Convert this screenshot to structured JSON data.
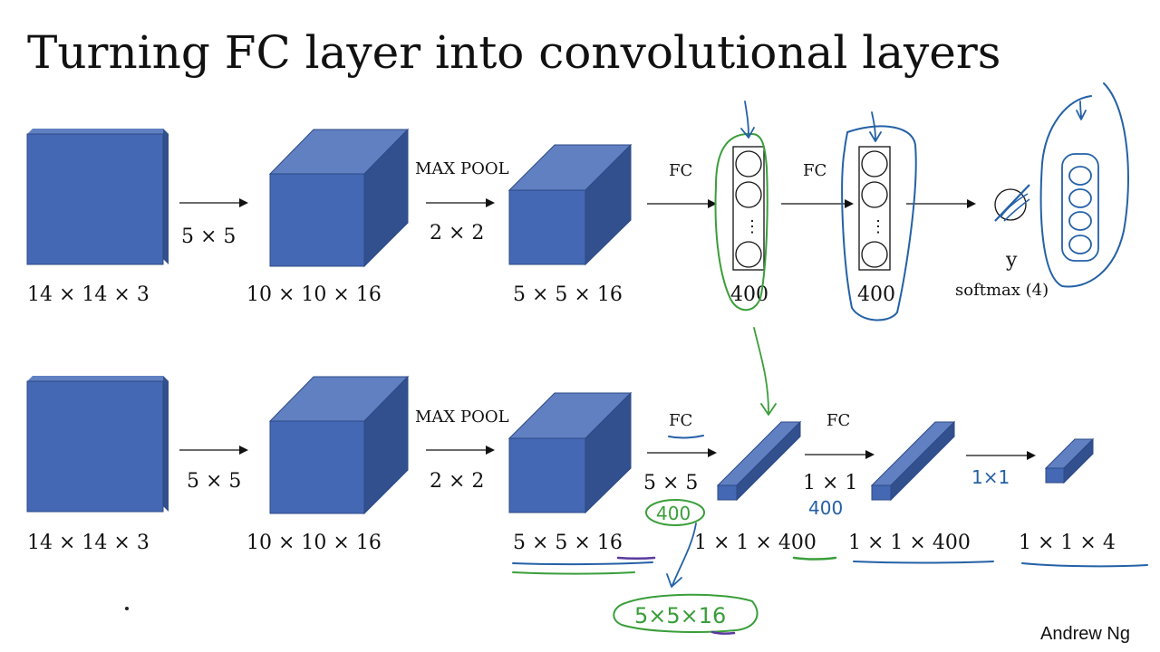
{
  "title": "Turning FC layer into convolutional layers",
  "credit": "Andrew Ng",
  "colors": {
    "front": "#4468b4",
    "top": "#6180c2",
    "side": "#33508e",
    "edge": "#2c4a86",
    "green_ink": "#3a9e3a",
    "blue_ink": "#2461a6",
    "purple_ink": "#5b3a9e"
  },
  "top_row": {
    "volume1_label": "14 × 14 × 3",
    "op1_label": "5 × 5",
    "volume2_label": "10 × 10 × 16",
    "pool_title": "MAX POOL",
    "pool_size": "2 × 2",
    "volume3_label": "5 × 5 × 16",
    "fc1_label": "FC",
    "fc2_label": "FC",
    "dots": "⋮",
    "layer1_units": "400",
    "layer2_units": "400",
    "output_symbol": "y",
    "output_label": "softmax (4)"
  },
  "bottom_row": {
    "volume1_label": "14 × 14 × 3",
    "op1_label": "5 × 5",
    "volume2_label": "10 × 10 × 16",
    "pool_title": "MAX POOL",
    "pool_size": "2 × 2",
    "volume3_label": "5 × 5 × 16",
    "fc1_label": "FC",
    "fc1_size": "5 × 5",
    "fc2_label": "FC",
    "fc2_size": "1 × 1",
    "out1_label": "1 × 1 × 400",
    "out2_label": "1 × 1 × 400",
    "out3_label": "1 × 1 × 4"
  },
  "handwriting": {
    "filters_400": "400",
    "filters_400_b": "400",
    "one_by_one": "1×1",
    "filter_shape": "5×5×16"
  }
}
